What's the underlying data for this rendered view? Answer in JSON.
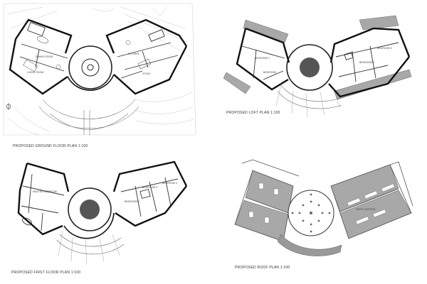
{
  "panels": [
    {
      "id": "ground",
      "caption": "PROPOSED GROUND FLOOR PLAN 1:100",
      "rooms": [
        "DINING ROOM",
        "LIVING ROOM",
        "KITCHEN",
        "STUDY"
      ]
    },
    {
      "id": "loft",
      "caption": "PROPOSED LOFT PLAN 1:100",
      "rooms": [
        "BEDROOM 1",
        "BEDROOM",
        "BEDROOM 2",
        "BEDROOM 3"
      ]
    },
    {
      "id": "first",
      "caption": "PROPOSED FIRST FLOOR PLAN 1:100",
      "rooms": [
        "MASTER BEDROOM",
        "BEDROOM 2",
        "BEDROOM 3",
        "BEDROOM 4"
      ]
    },
    {
      "id": "roof",
      "caption": "PROPOSED ROOF PLAN 1:100",
      "rooms": [
        "ROOF LANTERN"
      ]
    }
  ],
  "colors": {
    "wall": "#111111",
    "void": "#555555",
    "roof": "#a8a8a8",
    "line": "#666666"
  }
}
